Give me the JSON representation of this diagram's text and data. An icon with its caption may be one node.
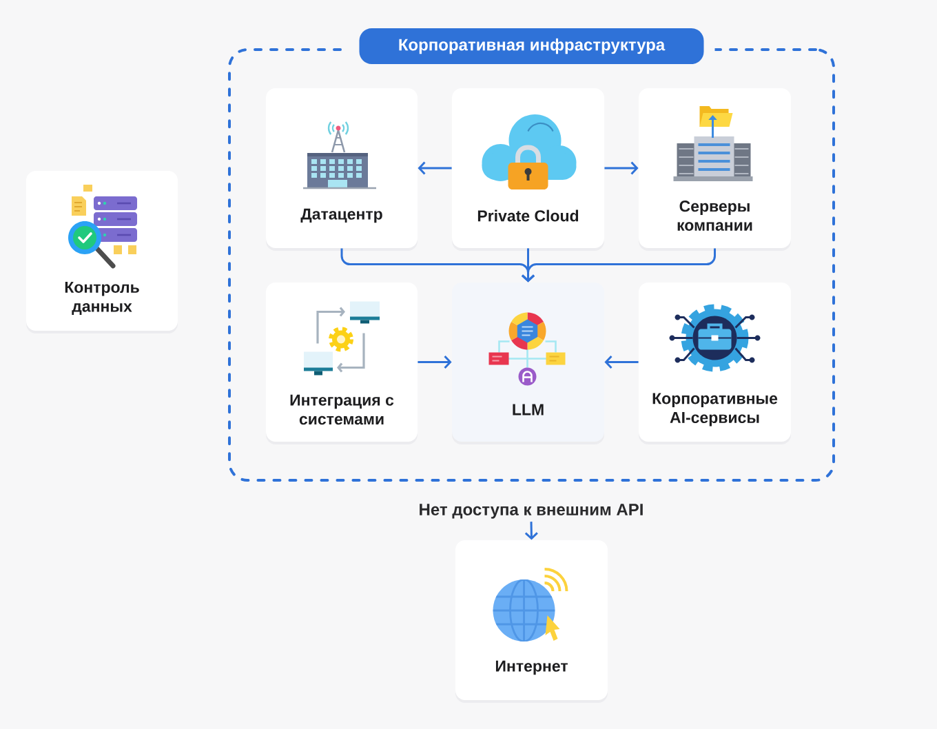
{
  "diagram": {
    "nodes": [
      {
        "text": [
          "Корпоративная инфраструктура"
        ]
      },
      {
        "text": [
          "Датацентр"
        ],
        "in": 0
      },
      {
        "text": [
          "Private Cloud"
        ],
        "in": 0
      },
      {
        "text": [
          "Серверы компании"
        ],
        "in": 0
      },
      {
        "text": [
          "Интеграция с системами"
        ],
        "in": 0
      },
      {
        "text": [
          "LLM"
        ],
        "in": 0
      },
      {
        "text": [
          "Корпоративные AI-сервисы"
        ],
        "in": 0
      },
      {
        "text": [
          "Контроль данных"
        ]
      },
      {
        "text": [
          "Нет доступа к внешним API"
        ]
      },
      {
        "text": [
          "Интернет"
        ]
      }
    ],
    "edges": [
      {
        "from": 2,
        "to": 1,
        "arrow": "to"
      },
      {
        "from": 2,
        "to": 3,
        "arrow": "to"
      },
      {
        "from": 1,
        "to": 5,
        "arrow": "to"
      },
      {
        "from": 2,
        "to": 5,
        "arrow": "to"
      },
      {
        "from": 3,
        "to": 5,
        "arrow": "to"
      },
      {
        "from": 4,
        "to": 5,
        "arrow": "to"
      },
      {
        "from": 6,
        "to": 5,
        "arrow": "to"
      },
      {
        "from": 8,
        "to": 9,
        "arrow": "to"
      }
    ]
  }
}
